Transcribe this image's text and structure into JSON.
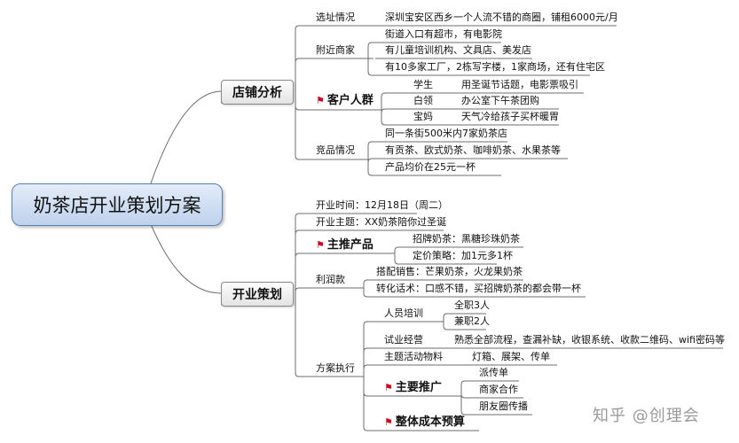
{
  "root": "奶茶店开业策划方案",
  "branch1": {
    "title": "店铺分析",
    "site": {
      "label": "选址情况",
      "detail": "深圳宝安区西乡一个人流不错的商圈，铺租6000元/月"
    },
    "nearby": {
      "label": "附近商家",
      "items": [
        "街道入口有超市，有电影院",
        "有儿童培训机构、文具店、美发店",
        "有10多家工厂，2栋写字楼，1家商场，还有住宅区"
      ]
    },
    "customers": {
      "label": "客户人群",
      "groups": [
        {
          "name": "学生",
          "desc": "用圣诞节话题，电影票吸引"
        },
        {
          "name": "白领",
          "desc": "办公室下午茶团购"
        },
        {
          "name": "宝妈",
          "desc": "天气冷给孩子买杯暖胃"
        }
      ]
    },
    "competition": {
      "label": "竞品情况",
      "items": [
        "同一条街500米内7家奶茶店",
        "有贡茶、欧式奶茶、咖啡奶茶、水果茶等",
        "产品均价在25元一杯"
      ]
    }
  },
  "branch2": {
    "title": "开业策划",
    "open_time": "开业时间：12月18日（周二）",
    "open_theme": "开业主题：XX奶茶陪你过圣诞",
    "product": {
      "label": "主推产品",
      "items": [
        "招牌奶茶：黑糖珍珠奶茶",
        "定价策略：加1元多1杯"
      ]
    },
    "profit": {
      "label": "利润款",
      "items": [
        "搭配销售：芒果奶茶，火龙果奶茶",
        "转化话术：口感不错，买招牌奶茶的都会带一杯"
      ]
    },
    "execution": {
      "label": "方案执行",
      "training": {
        "label": "人员培训",
        "items": [
          "全职3人",
          "兼职2人"
        ]
      },
      "trial": {
        "label": "试业经营",
        "detail": "熟悉全部流程，查漏补缺，收银系统、收款二维码、wifi密码等"
      },
      "materials": {
        "label": "主题活动物料",
        "detail": "灯箱、展架、传单"
      },
      "promotion": {
        "label": "主要推广",
        "items": [
          "派传单",
          "商家合作",
          "朋友圈传播"
        ]
      },
      "cost": {
        "label": "整体成本预算"
      }
    }
  },
  "watermark": "知乎 @创理会",
  "colors": {
    "line": "#6c6c6c",
    "root_border": "#5a7fb3",
    "flag": "#d0021b"
  }
}
